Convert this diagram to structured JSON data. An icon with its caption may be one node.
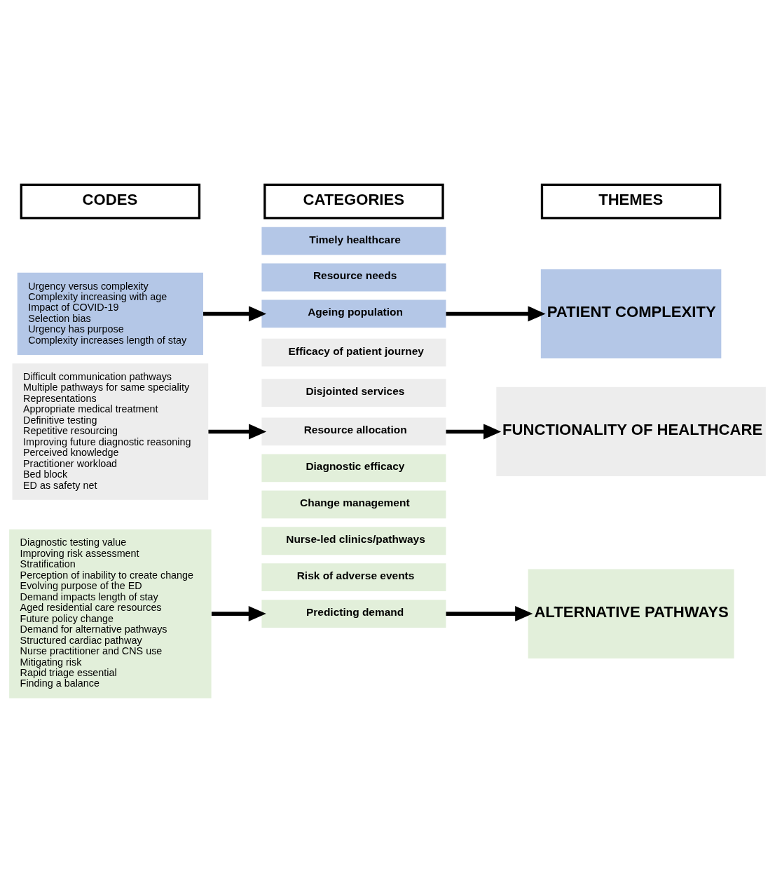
{
  "diagram": {
    "nodes": [
      {
        "text": [
          "CODES"
        ]
      },
      {
        "text": [
          "CATEGORIES"
        ]
      },
      {
        "text": [
          "THEMES"
        ]
      },
      {
        "text": [
          "Urgency versus complexity",
          "Complexity increasing with age",
          "Impact of COVID-19",
          "Selection bias",
          "Urgency has purpose",
          "Complexity increases length of stay"
        ]
      },
      {
        "text": [
          "Timely healthcare"
        ]
      },
      {
        "text": [
          "Ageing population"
        ]
      },
      {
        "text": [
          "Resource needs"
        ]
      },
      {
        "text": [
          "PATIENT COMPLEXITY"
        ]
      },
      {
        "text": [
          "Difficult communication pathways",
          "Multiple pathways for same speciality",
          "Representations",
          "Appropriate medical treatment",
          "Definitive testing",
          "Repetitive resourcing",
          "Improving future diagnostic reasoning",
          "Perceived knowledge",
          "Practitioner workload",
          "Bed block",
          "ED as safety net"
        ]
      },
      {
        "text": [
          "Efficacy of patient journey"
        ]
      },
      {
        "text": [
          "Resource allocation"
        ]
      },
      {
        "text": [
          "Disjointed services"
        ]
      },
      {
        "text": [
          "FUNCTIONALITY OF HEALTHCARE"
        ]
      },
      {
        "text": [
          "Diagnostic testing value",
          "Improving risk assessment",
          "Stratification",
          "Perception of inability to create change",
          "Evolving purpose of the ED",
          "Demand impacts length of stay",
          "Aged residential care resources",
          "Future policy change",
          "Demand for alternative pathways",
          "Structured cardiac pathway",
          "Nurse practitioner and CNS use",
          "Mitigating risk",
          "Rapid triage essential",
          "Finding a balance"
        ]
      },
      {
        "text": [
          "Diagnostic efficacy"
        ]
      },
      {
        "text": [
          "Change management"
        ]
      },
      {
        "text": [
          "Predicting demand"
        ]
      },
      {
        "text": [
          "Nurse-led clinics/pathways"
        ]
      },
      {
        "text": [
          "Risk of adverse events"
        ]
      },
      {
        "text": [
          "ALTERNATIVE PATHWAYS"
        ]
      }
    ],
    "edges": [
      {
        "from": 3,
        "to": 5,
        "arrow": "to"
      },
      {
        "from": 5,
        "to": 7,
        "arrow": "to"
      },
      {
        "from": 8,
        "to": 10,
        "arrow": "to"
      },
      {
        "from": 10,
        "to": 12,
        "arrow": "to"
      },
      {
        "from": 13,
        "to": 16,
        "arrow": "to"
      },
      {
        "from": 16,
        "to": 19,
        "arrow": "to"
      }
    ]
  }
}
